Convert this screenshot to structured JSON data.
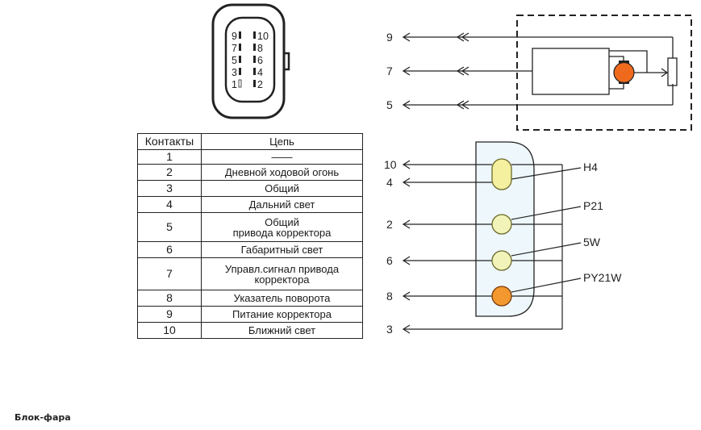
{
  "connector": {
    "pins_left": [
      "9",
      "7",
      "5",
      "3",
      "1"
    ],
    "pins_right": [
      "10",
      "8",
      "6",
      "4",
      "2"
    ]
  },
  "table": {
    "headers": [
      "Контакты",
      "Цепь"
    ],
    "rows": [
      {
        "pin": "1",
        "circuit": "——"
      },
      {
        "pin": "2",
        "circuit": "Дневной ходовой огонь"
      },
      {
        "pin": "3",
        "circuit": "Общий"
      },
      {
        "pin": "4",
        "circuit": "Дальний свет"
      },
      {
        "pin": "5",
        "circuit": "Общий\nпривода корректора"
      },
      {
        "pin": "6",
        "circuit": "Габаритный свет"
      },
      {
        "pin": "7",
        "circuit": "Управл.сигнал привода\nкорректора"
      },
      {
        "pin": "8",
        "circuit": "Указатель поворота"
      },
      {
        "pin": "9",
        "circuit": "Питание корректора"
      },
      {
        "pin": "10",
        "circuit": "Ближний свет"
      }
    ]
  },
  "corrector_diagram": {
    "wire_labels": [
      "9",
      "7",
      "5"
    ],
    "colors": {
      "motor": "#f06a1e",
      "frame": "#222222"
    }
  },
  "lamp_diagram": {
    "wire_labels": [
      "10",
      "4",
      "2",
      "6",
      "8",
      "3"
    ],
    "lamps": [
      "H4",
      "P21",
      "5W",
      "PY21W"
    ],
    "colors": {
      "housing": "#eef7fb",
      "h4": "#f4f0a0",
      "p21": "#f2f3b8",
      "w5": "#f2f3b8",
      "py21w": "#f2982e"
    }
  },
  "caption": "Блок-фара"
}
